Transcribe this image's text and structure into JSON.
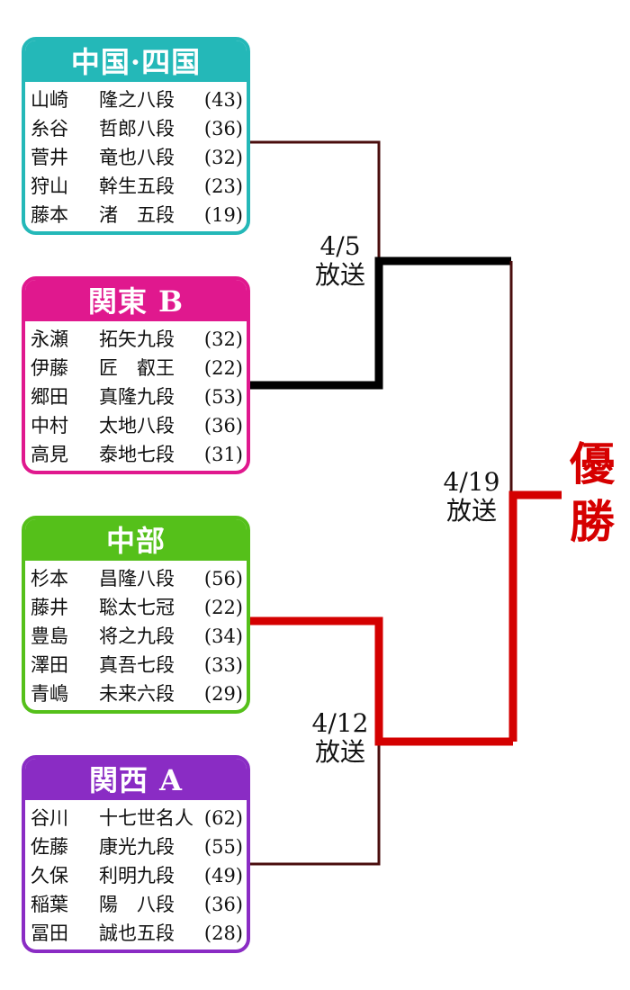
{
  "colors": {
    "chugoku_shikoku": "#24b8b8",
    "kanto_b": "#e0188e",
    "chubu": "#55c01a",
    "kansai_a": "#8a2cc4",
    "winner_line": "#d40000",
    "win_line_black": "#000000",
    "loser_line": "#4a0d0d",
    "champion_text": "#d60000"
  },
  "teams": [
    {
      "name": "中国·四国",
      "players": [
        {
          "name": "山崎",
          "rank": "隆之八段",
          "age": "(43)"
        },
        {
          "name": "糸谷",
          "rank": "哲郎八段",
          "age": "(36)"
        },
        {
          "name": "菅井",
          "rank": "竜也八段",
          "age": "(32)"
        },
        {
          "name": "狩山",
          "rank": "幹生五段",
          "age": "(23)"
        },
        {
          "name": "藤本",
          "rank": "渚　五段",
          "age": "(19)"
        }
      ]
    },
    {
      "name": "関東 B",
      "players": [
        {
          "name": "永瀬",
          "rank": "拓矢九段",
          "age": "(32)"
        },
        {
          "name": "伊藤",
          "rank": "匠　叡王",
          "age": "(22)"
        },
        {
          "name": "郷田",
          "rank": "真隆九段",
          "age": "(53)"
        },
        {
          "name": "中村",
          "rank": "太地八段",
          "age": "(36)"
        },
        {
          "name": "高見",
          "rank": "泰地七段",
          "age": "(31)"
        }
      ]
    },
    {
      "name": "中部",
      "players": [
        {
          "name": "杉本",
          "rank": "昌隆八段",
          "age": "(56)"
        },
        {
          "name": "藤井",
          "rank": "聡太七冠",
          "age": "(22)"
        },
        {
          "name": "豊島",
          "rank": "将之九段",
          "age": "(34)"
        },
        {
          "name": "澤田",
          "rank": "真吾七段",
          "age": "(33)"
        },
        {
          "name": "青嶋",
          "rank": "未来六段",
          "age": "(29)"
        }
      ]
    },
    {
      "name": "関西 A",
      "players": [
        {
          "name": "谷川",
          "rank": "十七世名人",
          "age": "(62)"
        },
        {
          "name": "佐藤",
          "rank": "康光九段",
          "age": "(55)"
        },
        {
          "name": "久保",
          "rank": "利明九段",
          "age": "(49)"
        },
        {
          "name": "稲葉",
          "rank": "陽　八段",
          "age": "(36)"
        },
        {
          "name": "冨田",
          "rank": "誠也五段",
          "age": "(28)"
        }
      ]
    }
  ],
  "matches": {
    "semi1": {
      "date": "4/5",
      "label": "放送"
    },
    "semi2": {
      "date": "4/12",
      "label": "放送"
    },
    "final": {
      "date": "4/19",
      "label": "放送"
    }
  },
  "champion": {
    "line1": "優",
    "line2": "勝"
  }
}
